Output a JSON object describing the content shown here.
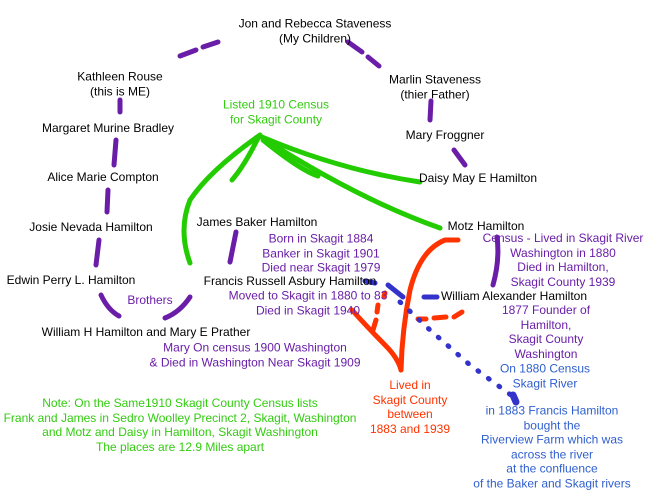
{
  "people": {
    "children": [
      "Jon and Rebecca Staveness",
      "(My Children)"
    ],
    "kathleen": [
      "Kathleen Rouse",
      "(this is ME)"
    ],
    "marlin": [
      "Marlin Staveness",
      "(thier Father)"
    ],
    "margaret": "Margaret Murine Bradley",
    "mary_froggner": "Mary Froggner",
    "alice": "Alice Marie Compton",
    "daisy": "Daisy May E Hamilton",
    "josie": "Josie Nevada Hamilton",
    "james": "James Baker Hamilton",
    "motz": "Motz Hamilton",
    "edwin": "Edwin Perry L. Hamilton",
    "francis": "Francis Russell Asbury Hamilton",
    "william_a": "William Alexander Hamilton",
    "william_h": "William H Hamilton and Mary E Prather"
  },
  "notes": {
    "census_1910": [
      "Listed 1910 Census",
      "for Skagit County"
    ],
    "james_note": [
      "Born in Skagit 1884",
      "Banker in Skagit 1901",
      "Died near Skagit 1979"
    ],
    "motz_note": [
      "Census - Lived in Skagit River",
      "Washington in 1880",
      "Died in Hamilton,",
      "Skagit County 1939"
    ],
    "brothers": "Brothers",
    "francis_note": [
      "Moved to Skagit in 1880 to 83",
      "Died in Skagit 1940"
    ],
    "william_a_note": [
      "1877 Founder of",
      "Hamilton,",
      "Skagit County",
      "Washington"
    ],
    "census_1880": [
      "On 1880 Census",
      "Skagit River"
    ],
    "mary_note": [
      "Mary On census 1900 Washington",
      "& Died in Washington Near Skagit 1909"
    ],
    "lived": [
      "Lived in",
      "Skagit County",
      "between",
      "1883 and 1939"
    ],
    "bottom_note": [
      "Note: On the Same1910 Skagit County Census lists",
      "Frank and James in Sedro Woolley Precinct 2, Skagit, Washington",
      "and Motz and Daisy in Hamilton, Skagit Washington",
      "The places are 12.9 Miles apart"
    ],
    "riverview": [
      "in 1883 Francis Hamilton",
      "bought the",
      "Riverview Farm which was",
      "across the river",
      "at the confluence",
      "of the Baker and Skagit rivers"
    ]
  },
  "colors": {
    "purple": "#6a1ea8",
    "green": "#22cc00",
    "red": "#ff3300",
    "blue": "#3333cc",
    "blue_text": "#2f5fcf"
  }
}
